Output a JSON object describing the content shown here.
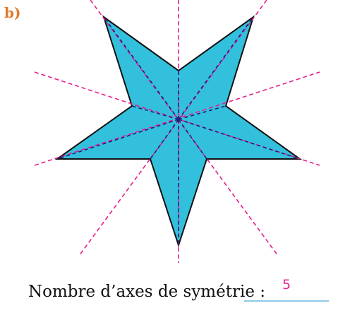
{
  "exercise": {
    "label": "b)"
  },
  "figure": {
    "shape": "five-pointed star",
    "fill_color": "#33c0dd",
    "outline_color": "#111111",
    "symmetry_axis_color": "#e91e8c",
    "inner_line_color": "#1a237e"
  },
  "question": {
    "text": "Nombre d’axes de symétrie :",
    "answer": "5"
  }
}
